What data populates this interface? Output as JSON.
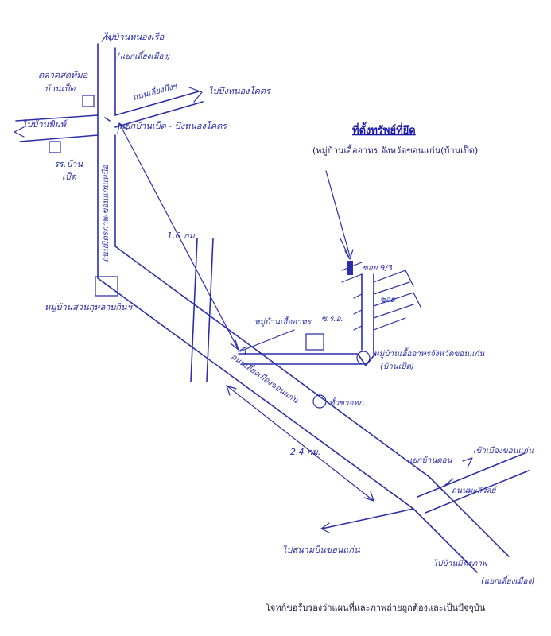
{
  "title": "ที่ตั้งทรัพย์ที่ยึด",
  "subtitle": "(หมู่บ้านเอื้ออาทร  จังหวัดขอนแก่น(บ้านเป็ด)",
  "footer": "โจทก์ขอรับรองว่าแผนที่และภาพถ่ายถูกต้องและเป็นปัจจุบัน",
  "labels": {
    "to_north": "ไปบ้านหนองเรือ",
    "to_north_sub": "(แยกเลี้ยงเมือง)",
    "market": "ตลาดสดทีมอ",
    "market_sub": "บ้านเป็ด",
    "to_west": "ไปบ้านพิมพ์",
    "to_east_top": "ไปบึงหนองโคตร",
    "road_top": "ถนนเลี่ยงบึงฯ",
    "intersection": "แยกบ้านเป็ด - บึงหนองโคตร",
    "school": "รร.บ้าน",
    "school_sub": "เป็ด",
    "road_vertical": "ถนนมิตรภาพ-ขอนแก่นเหนือ",
    "village_left": "หมู่บ้านสวนกุหลาบกิ่นฯ",
    "dist1": "1.6 กม.",
    "house_no": "ซอย 9/3",
    "soi": "ซอย",
    "eua_village_small": "หมู่บ้านเอื้ออาทร",
    "eua_soi": "ซ.ร.อ.",
    "eua_gate": "หมู่บ้านเอื้ออาทรจังหวัดขอนแก่น",
    "eua_gate_sub": "(บ้านเป็ด)",
    "road_diag": "ถนนเลี่ยงเมืองขอนแก่น",
    "police": "ทั้วชาจทก.",
    "dist2": "2.4 กม.",
    "intersection2": "แยกบ้านดอน",
    "to_khonkaen_right": "เข้าเมืองขอนแก่น",
    "road_right": "ถนนมะลิวัลย์",
    "to_airport": "ไปสนามบินขอนแก่น",
    "to_bottom_right": "ไปบ้านมิตรภาพ",
    "to_bottom_right_sub": "(แยกเลี้ยงเมือง)"
  },
  "colors": {
    "ink": "#2a2fa8",
    "marker": "#2a2fa8"
  }
}
